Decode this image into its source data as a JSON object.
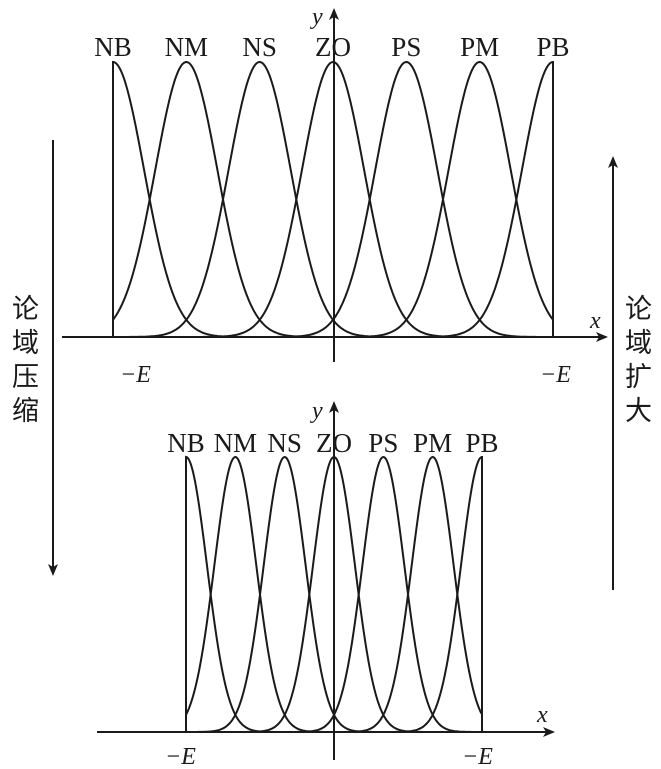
{
  "top_plot": {
    "sets": [
      "NB",
      "NM",
      "NS",
      "ZO",
      "PS",
      "PM",
      "PB"
    ],
    "x_label": "x",
    "y_label": "y",
    "left_limit": "−E",
    "right_limit": "−E"
  },
  "bottom_plot": {
    "sets": [
      "NB",
      "NM",
      "NS",
      "ZO",
      "PS",
      "PM",
      "PB"
    ],
    "x_label": "x",
    "y_label": "y",
    "left_limit": "−E",
    "right_limit": "−E"
  },
  "left_arrow": {
    "text": [
      "论",
      "域",
      "压",
      "缩"
    ]
  },
  "right_arrow": {
    "text": [
      "论",
      "域",
      "扩",
      "大"
    ]
  },
  "colors": {
    "stroke": "#1a1a1a"
  }
}
